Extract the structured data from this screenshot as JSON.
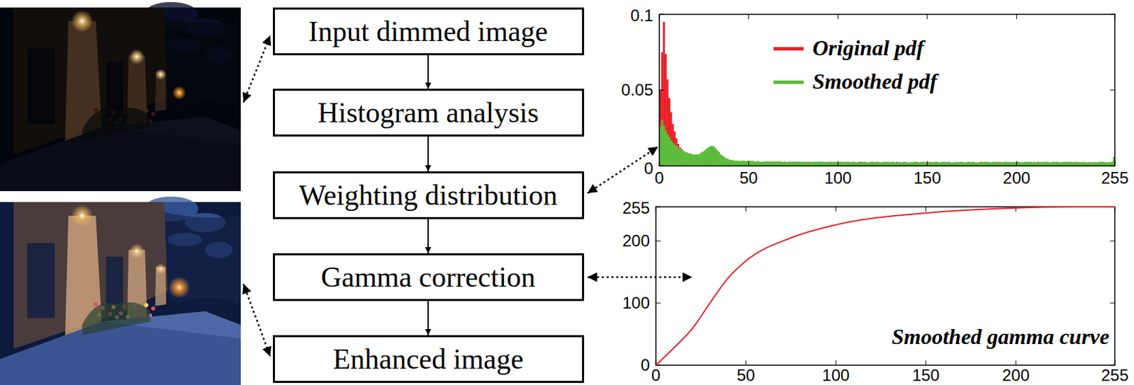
{
  "diagram": {
    "nodes": [
      {
        "text": [
          "Input dimmed image"
        ]
      },
      {
        "text": [
          "Histogram analysis"
        ]
      },
      {
        "text": [
          "Weighting distribution"
        ]
      },
      {
        "text": [
          "Gamma correction"
        ]
      },
      {
        "text": [
          "Enhanced image"
        ]
      }
    ],
    "edges": [
      {
        "from": 0,
        "to": 1,
        "arrow": "to"
      },
      {
        "from": 1,
        "to": 2,
        "arrow": "to"
      },
      {
        "from": 2,
        "to": 3,
        "arrow": "to"
      },
      {
        "from": 3,
        "to": 4,
        "arrow": "to"
      }
    ],
    "labels": [
      "0.1",
      "0.05",
      "0",
      "0",
      "50",
      "100",
      "150",
      "200",
      "255",
      "255",
      "200",
      "100",
      "0",
      "0",
      "50",
      "100",
      "150",
      "200",
      "255",
      "Smoothed gamma curve"
    ],
    "legend": [
      {
        "text": "Original pdf",
        "color": "#e8232a"
      },
      {
        "text": "Smoothed pdf",
        "color": "#5bbd3c"
      }
    ]
  }
}
